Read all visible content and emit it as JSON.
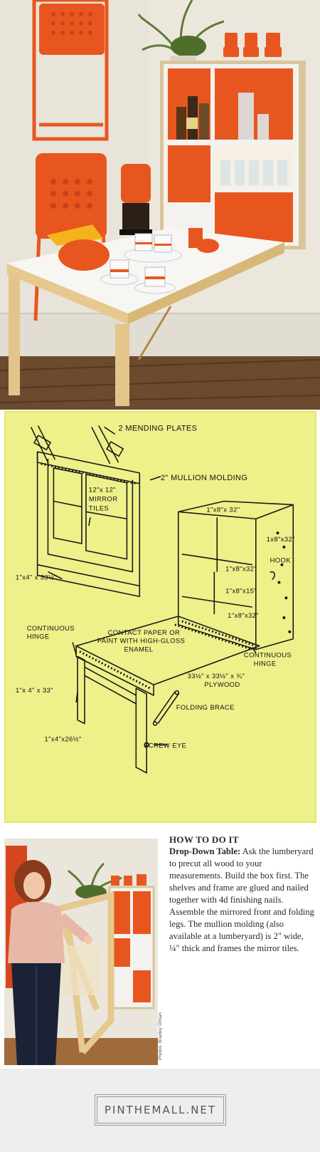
{
  "diagram": {
    "labels": {
      "mending_plates": "2 MENDING PLATES",
      "mullion": "2\" MULLION MOLDING",
      "mirror1": "12\"x 12\"",
      "mirror2": "MIRROR",
      "mirror3": "TILES",
      "dim_1x8x32_top": "1\"x8\"x 32\"",
      "dim_1x8x32_side": "1x8\"x32\"",
      "dim_1x4x33": "1\"x4\" x 33½\"",
      "hook": "HOOK",
      "dim_1x8x32_mid": "1\"x8\"x32\"",
      "dim_1x8x15": "1\"x8\"x15\"",
      "dim_1x8x32_low": "1\"x8\"x32\"",
      "cont_hinge_left1": "CONTINUOUS",
      "cont_hinge_left2": "HINGE",
      "contact1": "CONTACT PAPER OR",
      "contact2": "PAINT WITH HIGH-GLOSS",
      "contact3": "ENAMEL",
      "cont_hinge_right1": "CONTINUOUS",
      "cont_hinge_right2": "HINGE",
      "plywood1": "33½\" x 33½\" x ¾\"",
      "plywood2": "PLYWOOD",
      "dim_1x4x33_leg": "1\"x 4\" x 33\"",
      "folding_brace": "FOLDING BRACE",
      "dim_1x4x26": "1\"x4\"x26½\"",
      "screw_eye": "SCREW EYE"
    }
  },
  "article": {
    "heading": "HOW TO DO IT",
    "subheading": "Drop-Down Table:",
    "body": " Ask the lumberyard to precut all wood to your measurements. Build the box first. The shelves and frame are glued and nailed together with 4d finishing nails. Assemble the mirrored front and folding legs. The mullion molding (also available at a lumberyard) is 2\" wide, ¼\" thick and frames the mirror tiles.",
    "photo_credit": "Photos: Bradley Olman"
  },
  "footer": {
    "logo_text": "PINTHEMALL.NET"
  },
  "colors": {
    "diagram_bg": "#eef08a",
    "orange": "#e8561f",
    "wood": "#e6c98f",
    "footer_bg": "#eeeeee"
  }
}
